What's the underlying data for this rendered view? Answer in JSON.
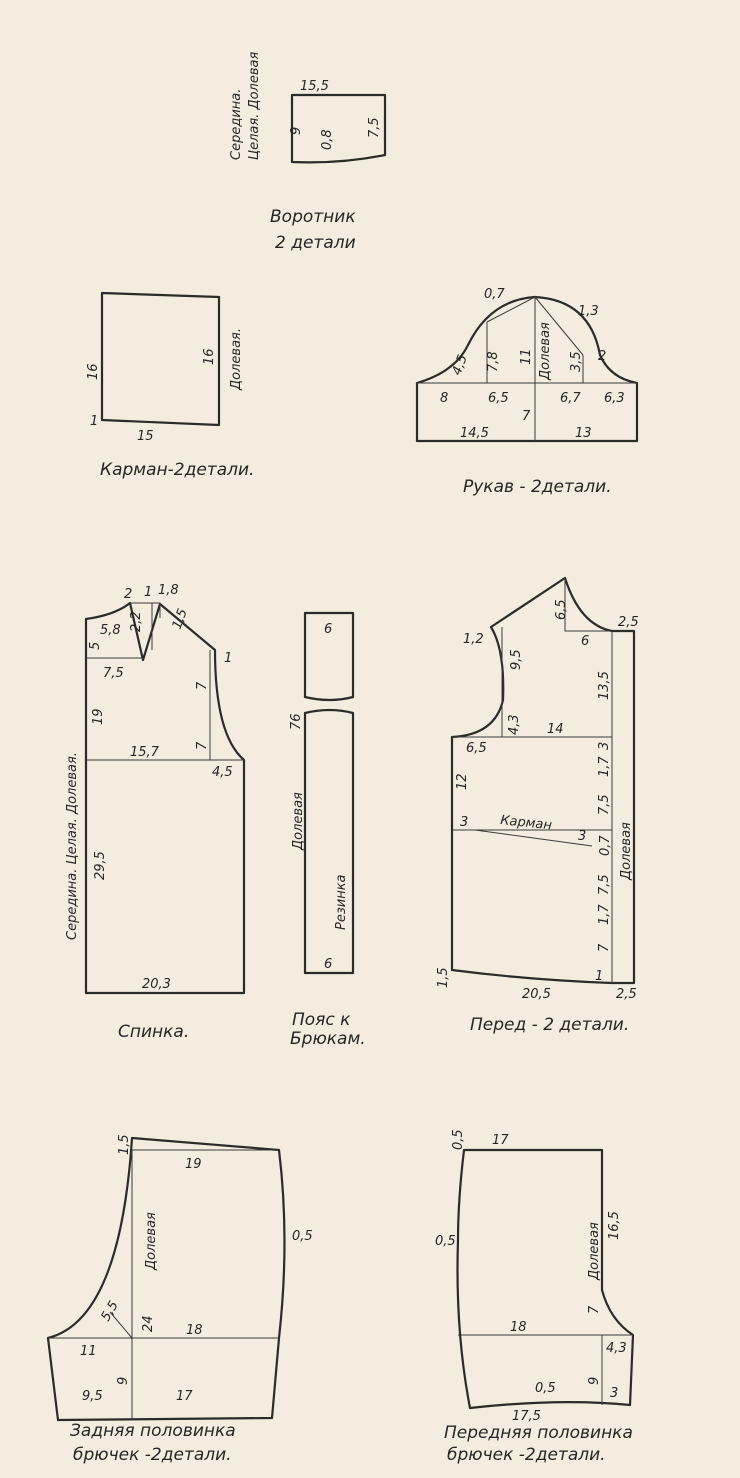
{
  "ink_color": "#2b2b2b",
  "paper_color": "#f3ecdf",
  "collar": {
    "title": "Воротник",
    "subtitle": "2 детали",
    "side1": "Середина.",
    "side2": "Целая. Долевая",
    "d_top": "15,5",
    "d_left": "9",
    "d_mid": "0,8",
    "d_right": "7,5"
  },
  "pocket": {
    "caption": "Карман-2детали.",
    "d_left": "16",
    "d_right": "16",
    "grain": "Долевая.",
    "d_bottom": "15",
    "d_corner": "1"
  },
  "sleeve": {
    "caption": "Рукав - 2детали.",
    "d1": "0,7",
    "d2": "1,3",
    "d3": "4,5",
    "d4": "7,8",
    "d5": "11",
    "grain": "Долевая",
    "d6": "3,5",
    "d7": "2",
    "d8": "8",
    "d9": "6,5",
    "d10": "6,7",
    "d11": "6,3",
    "d12": "14,5",
    "d13": "7",
    "d14": "13"
  },
  "back": {
    "caption": "Спинка.",
    "side": "Середина. Целая. Долевая.",
    "d1": "2",
    "d2": "1",
    "d3": "1,8",
    "d4": "5,8",
    "d5": "2,2",
    "d6": "1,5",
    "d7": "5",
    "d8": "7,5",
    "d9": "1",
    "d10": "7",
    "d11": "7",
    "d12": "19",
    "d13": "15,7",
    "d14": "4,5",
    "d15": "29,5",
    "d16": "20,3"
  },
  "belt": {
    "caption1": "Пояс к",
    "caption2": "Брюкам.",
    "d_top": "6",
    "d_len": "76",
    "grain": "Долевая",
    "elastic": "Резинка",
    "d_bottom": "6"
  },
  "front": {
    "caption": "Перед - 2 детали.",
    "d1": "6,5",
    "d2": "2,5",
    "d3": "1,2",
    "d4": "9,5",
    "d5": "6",
    "d6": "13,5",
    "d7": "4,3",
    "d8": "14",
    "d9": "6,5",
    "d10": "12",
    "d11": "1,7",
    "d12": "3",
    "d13": "7,5",
    "d14": "3",
    "pocket": "Карман",
    "d15": "3",
    "d16": "0,7",
    "d17": "7,5",
    "grain": "Долевая",
    "d18": "1,7",
    "d19": "7",
    "d20": "1,5",
    "d21": "20,5",
    "d22": "1",
    "d23": "2,5"
  },
  "back_pants": {
    "caption1": "Задняя половинка",
    "caption2": "брючек -2детали.",
    "d1": "1,5",
    "d2": "19",
    "grain": "Долевая",
    "d3": "0,5",
    "d4": "24",
    "d5": "5,5",
    "d6": "18",
    "d7": "11",
    "d8": "9",
    "d9": "9,5",
    "d10": "17"
  },
  "front_pants": {
    "caption1": "Передняя половинка",
    "caption2": "брючек -2детали.",
    "d1": "0,5",
    "d2": "17",
    "d3": "0,5",
    "grain": "Долевая",
    "d4": "16,5",
    "d5": "18",
    "d6": "7",
    "d7": "4,3",
    "d8": "9",
    "d9": "0,5",
    "d10": "17,5",
    "d11": "3"
  }
}
